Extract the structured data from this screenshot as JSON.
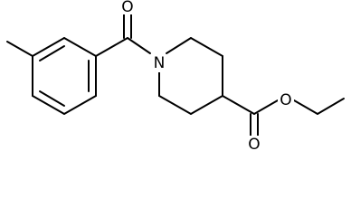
{
  "molecule": {
    "atoms": {
      "n1": "N",
      "o_ketone": "O",
      "o_carbonyl": "O",
      "o_ester": "O"
    }
  }
}
